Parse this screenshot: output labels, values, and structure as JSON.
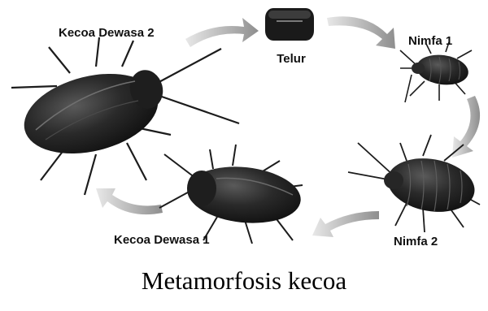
{
  "diagram": {
    "stages": [
      {
        "id": "egg",
        "label": "Telur"
      },
      {
        "id": "nymph1",
        "label": "Nimfa 1"
      },
      {
        "id": "nymph2",
        "label": "Nimfa 2"
      },
      {
        "id": "adult1",
        "label": "Kecoa Dewasa 1"
      },
      {
        "id": "adult2",
        "label": "Kecoa Dewasa 2"
      }
    ],
    "caption": "Metamorfosis kecoa"
  },
  "colors": {
    "arrow": "#9a9a9a",
    "insect_dark": "#1c1c1c",
    "insect_mid": "#3a3a3a",
    "highlight": "#6a6a6a"
  }
}
